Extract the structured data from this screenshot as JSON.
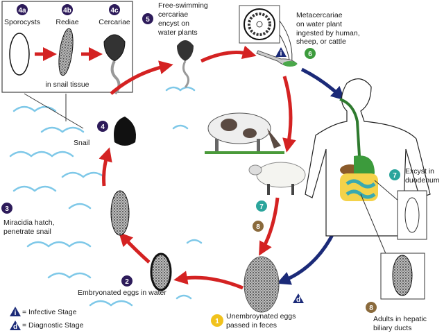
{
  "inset": {
    "stages": [
      {
        "badge": "4a",
        "label": "Sporocysts"
      },
      {
        "badge": "4b",
        "label": "Rediae"
      },
      {
        "badge": "4c",
        "label": "Cercariae"
      }
    ],
    "caption": "in snail tissue"
  },
  "steps": {
    "s1": {
      "badge": "1",
      "lines": [
        "Unembroynated eggs",
        "passed in feces"
      ]
    },
    "s2": {
      "badge": "2",
      "lines": [
        "Embryonated eggs in water"
      ]
    },
    "s3": {
      "badge": "3",
      "lines": [
        "Miracidia hatch,",
        "penetrate snail"
      ]
    },
    "s4": {
      "badge": "4",
      "lines": [
        "Snail"
      ]
    },
    "s5": {
      "badge": "5",
      "lines": [
        "Free-swimming",
        "cercariae",
        "encyst on",
        "water plants"
      ]
    },
    "s6": {
      "badge": "6",
      "lines": [
        "Metacercariae",
        "on water plant",
        "ingested by human,",
        "sheep, or cattle"
      ]
    },
    "s7": {
      "badge": "7",
      "lines": [
        "Excyst in",
        "duodenum"
      ]
    },
    "s8": {
      "badge": "8",
      "lines": [
        "Adults in hepatic",
        "biliary ducts"
      ]
    },
    "animal7": {
      "badge": "7"
    },
    "animal8": {
      "badge": "8"
    }
  },
  "markers": {
    "infective": "i",
    "diagnostic": "d"
  },
  "legend": [
    {
      "marker": "i",
      "label": "= Infective Stage"
    },
    {
      "marker": "d",
      "label": "= Diagnostic Stage"
    }
  ],
  "colors": {
    "purple": "#2d1b5a",
    "green": "#3c9b3c",
    "teal": "#2ba59c",
    "brown": "#8a6a3c",
    "yellow": "#f1c21c",
    "navy": "#1b2a78",
    "red": "#d42222",
    "water": "#7ec8e8"
  }
}
